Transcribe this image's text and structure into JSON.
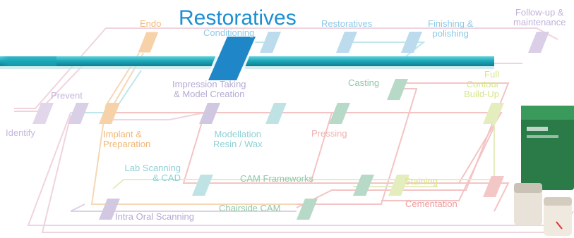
{
  "title": "Restoratives",
  "labels": {
    "endo": "Endo",
    "conditioning": "Conditioning",
    "restoratives_small": "Restoratives",
    "finishing": "Finishing &\npolishing",
    "follow_up": "Follow-up &\nmaintenance",
    "prevent": "Prevent",
    "identify": "Identify",
    "impression": "Impression Taking\n& Model Creation",
    "casting": "Casting",
    "full_contour": "Full\nContour\nBuild-Up",
    "implant": "Implant &\nPreparation",
    "modellation": "Modellation\nResin / Wax",
    "pressing": "Pressing",
    "lab_scanning": "Lab Scanning\n& CAD",
    "cam_frameworks": "CAM Frameworks",
    "staining": "Staining",
    "chairside": "Chairside CAM",
    "cementation": "Cementation",
    "intra_oral": "Intra Oral Scanning"
  },
  "colors": {
    "accent_blue": "#1d8fd2",
    "teal_bar": "#1aa6b7",
    "orange": "#f3c08a",
    "purple": "#cdbfdc",
    "pink": "#e9c7d3",
    "red": "#f2b4b4",
    "green": "#a9d2bf",
    "lime": "#dfe9a8",
    "lightblue": "#a9d5e6",
    "product_green": "#2a7b47"
  }
}
